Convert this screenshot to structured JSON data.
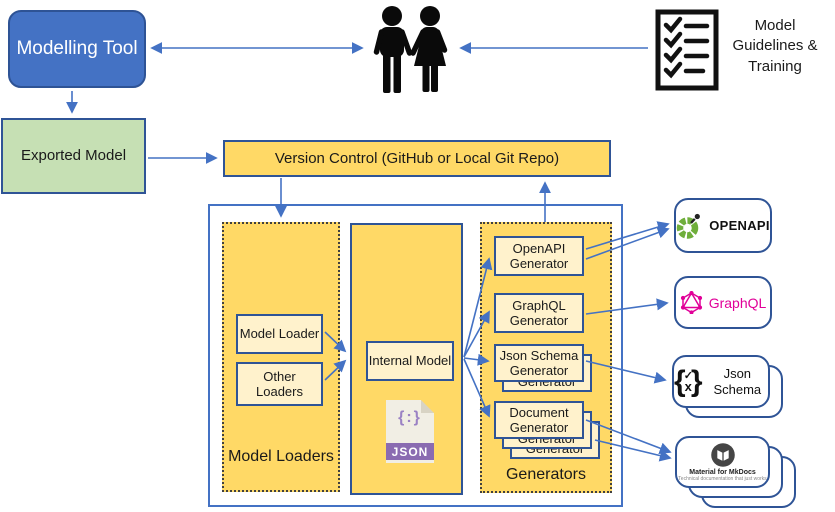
{
  "top": {
    "modelling_tool": "Modelling Tool",
    "guidelines_label": "Model Guidelines & Training"
  },
  "exported_model": "Exported Model",
  "version_control": "Version Control (GitHub or Local Git Repo)",
  "loaders": {
    "panel_label": "Model Loaders",
    "model_loader": "Model Loader",
    "other_loaders": "Other Loaders"
  },
  "internal": {
    "box_label": "Internal Model",
    "json_braces": "{:}",
    "json_caption": "JSON"
  },
  "generators": {
    "panel_label": "Generators",
    "openapi": "OpenAPI Generator",
    "graphql": "GraphQL Generator",
    "json_schema": "Json Schema Generator",
    "document": "Document Generator",
    "stacked_peek": "Generator"
  },
  "outputs": {
    "openapi_label": "OPENAPI",
    "graphql_label": "GraphQL",
    "json_schema_label": "Json Schema",
    "glyph_open": "{",
    "glyph_check": "✓",
    "glyph_x": "x",
    "glyph_close": "}",
    "mkdocs_label": "Material for MkDocs",
    "mkdocs_sublabel": "Technical documentation that just works"
  },
  "colors": {
    "accent_blue": "#4472C4",
    "border_navy": "#2F5496",
    "gold": "#FFD966",
    "cream": "#FFF2CC",
    "green": "#C6E0B4",
    "graphql_pink": "#E10098",
    "openapi_green": "#6FAE3B",
    "json_purple": "#8A6BB1"
  }
}
